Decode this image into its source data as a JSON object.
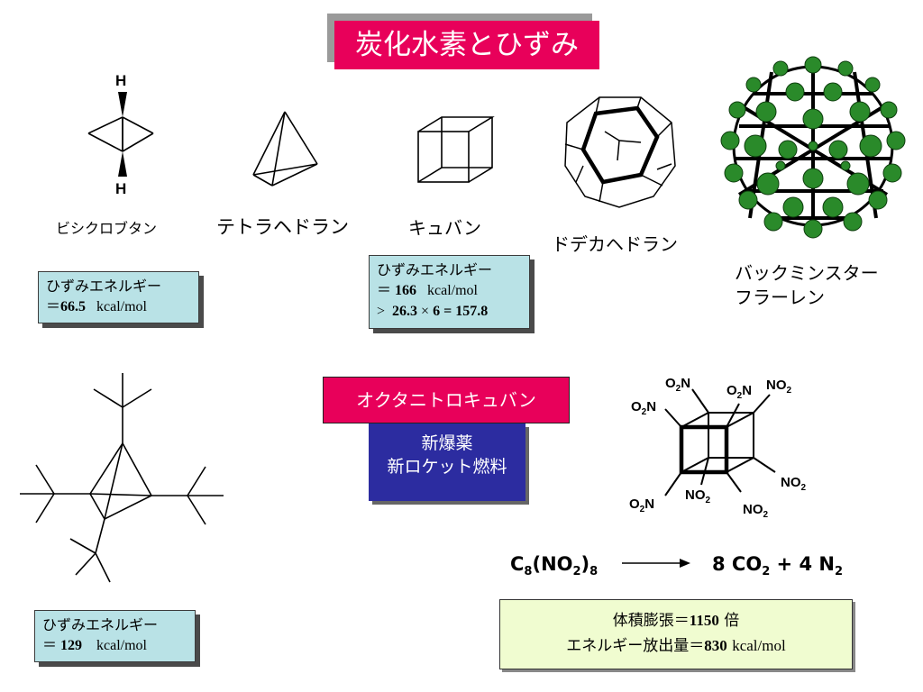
{
  "title": "炭化水素とひずみ",
  "molecules": [
    {
      "name": "ビシクロブタン"
    },
    {
      "name": "テトラヘドラン"
    },
    {
      "name": "キュバン"
    },
    {
      "name": "ドデカヘドラン"
    },
    {
      "name_line1": "バックミンスター",
      "name_line2": "フラーレン"
    }
  ],
  "bicyclobutane_atoms": {
    "h_top": "H",
    "h_bottom": "H"
  },
  "strain_bicyclobutane": {
    "heading": "ひずみエネルギー",
    "eq": "＝",
    "value": "66.5",
    "unit": "kcal/mol"
  },
  "strain_cubane": {
    "heading": "ひずみエネルギー",
    "eq": "＝",
    "value": "166",
    "unit": "kcal/mol",
    "compare": "> ",
    "calc_value": "26.3",
    "times": "×",
    "calc_count": "6",
    "calc_eq": "=",
    "calc_result": "157.8"
  },
  "strain_tetrahedrane": {
    "heading": "ひずみエネルギー",
    "eq": "＝",
    "value": "129",
    "unit": "kcal/mol"
  },
  "octanitrocubane": {
    "label": "オクタニトロキュバン",
    "uses_line1": "新爆薬",
    "uses_line2": "新ロケット燃料",
    "no2_groups": [
      "O",
      "N",
      "NO",
      "NO",
      "2",
      "2"
    ]
  },
  "reaction": {
    "reactant_c": "C",
    "reactant_c_sub": "8",
    "reactant_no": "(NO",
    "reactant_no_sub": "2",
    "reactant_close": ")",
    "reactant_sub": "8",
    "product_co": "8 CO",
    "product_co_sub": "2",
    "plus": " + 4 N",
    "product_n_sub": "2"
  },
  "result": {
    "volume_label": "体積膨張＝",
    "volume_value": "1150",
    "volume_unit": "倍",
    "energy_label": "エネルギー放出量＝",
    "energy_value": "830",
    "energy_unit": "kcal/mol"
  },
  "colors": {
    "title_bg": "#e8005a",
    "strain_bg": "#b9e2e6",
    "explosive_bg": "#2c2ca0",
    "result_bg": "#f0fcd0",
    "fullerene": "#2a8a2a"
  }
}
